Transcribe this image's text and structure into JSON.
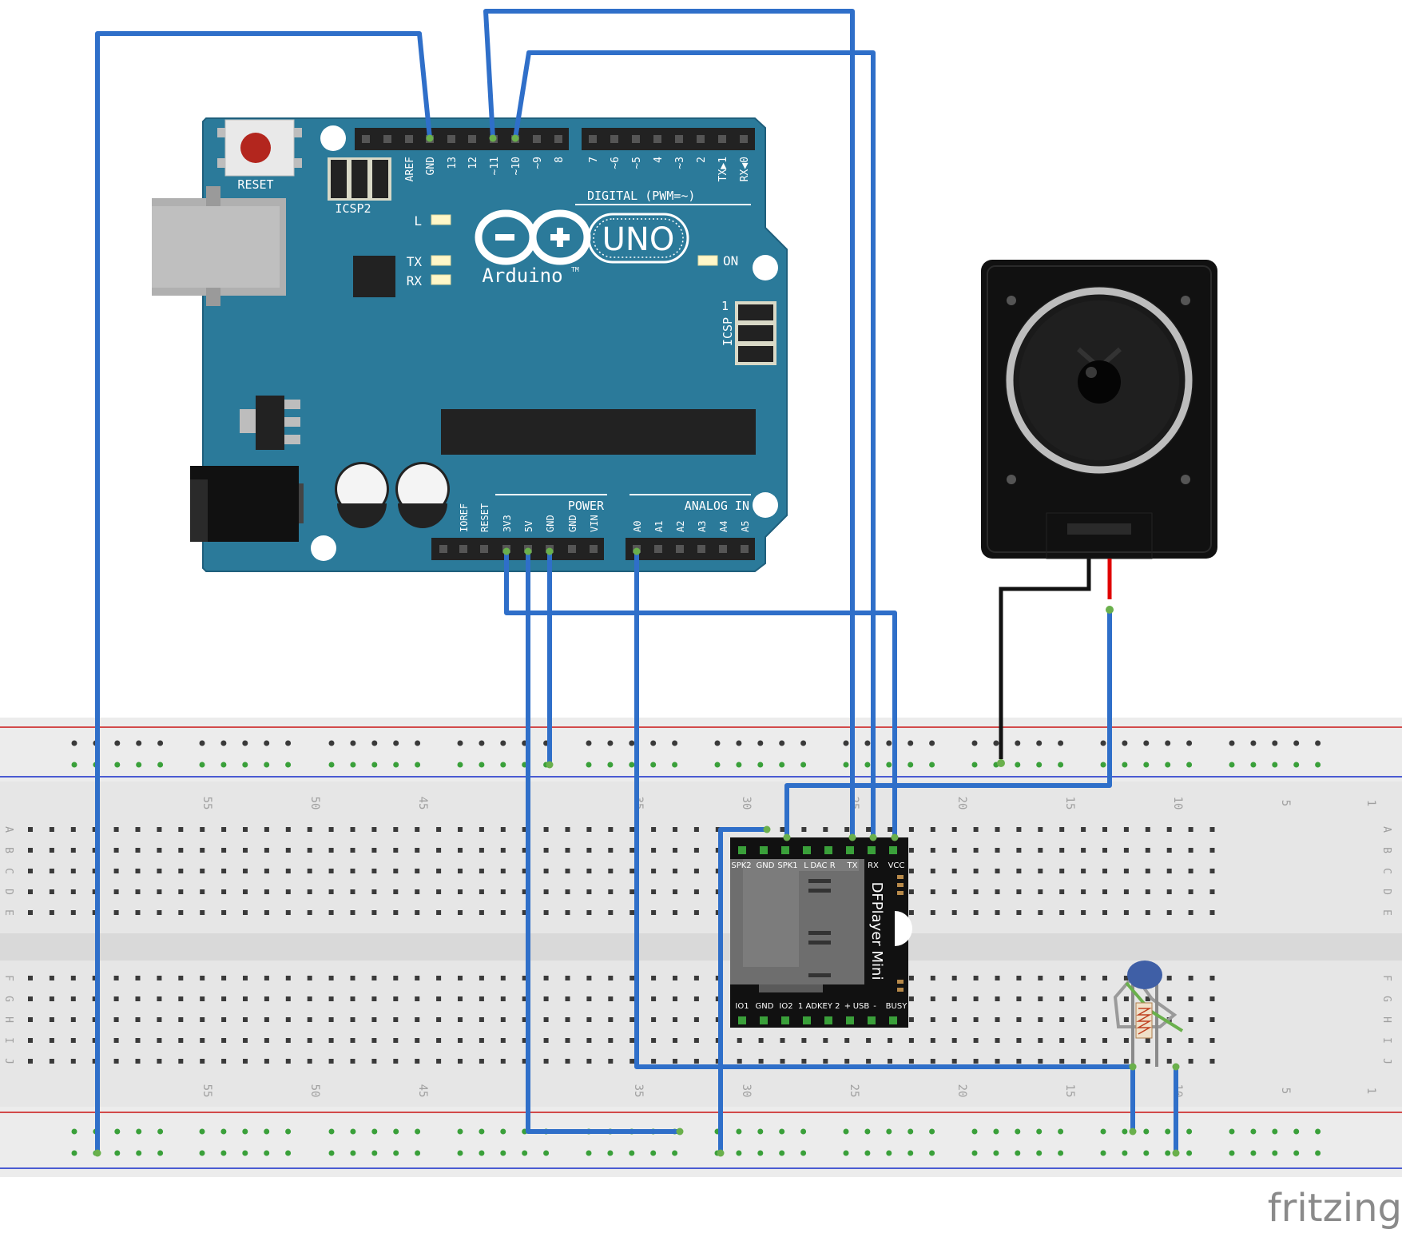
{
  "colors": {
    "wire_blue": "#2f6fc9",
    "board_teal": "#2b7a9a",
    "board_outline": "#1f5f7c",
    "speaker_black": "#111111",
    "wire_red": "#e00000",
    "breadboard_bg": "#e8e8e8",
    "rail_red": "#d24a4a",
    "rail_blue": "#4a5bd2"
  },
  "arduino": {
    "reset_label": "RESET",
    "icsp2_label": "ICSP2",
    "icsp_label": "ICSP",
    "icsp_pin1": "1",
    "led_l": "L",
    "led_tx": "TX",
    "led_rx": "RX",
    "led_on": "ON",
    "logo_uno": "UNO",
    "logo_arduino": "Arduino",
    "logo_tm": "TM",
    "digital_label": "DIGITAL (PWM=~)",
    "power_label": "POWER",
    "analog_label": "ANALOG IN",
    "digital_pins": [
      "AREF",
      "GND",
      "13",
      "12",
      "~11",
      "~10",
      "~9",
      "8",
      "7",
      "~6",
      "~5",
      "4",
      "~3",
      "2",
      "TX▶1",
      "RX◀0"
    ],
    "power_pins": [
      "IOREF",
      "RESET",
      "3V3",
      "5V",
      "GND",
      "GND",
      "VIN"
    ],
    "analog_pins": [
      "A0",
      "A1",
      "A2",
      "A3",
      "A4",
      "A5"
    ]
  },
  "dfplayer": {
    "title": "DFPlayer Mini",
    "top_pins": [
      "SPK2",
      "GND",
      "SPK1",
      "L",
      "DAC R",
      "TX",
      "RX",
      "VCC"
    ],
    "bottom_pins": [
      "IO1",
      "GND",
      "IO2",
      "1",
      "ADKEY 2",
      "+",
      "USB",
      "-",
      "BUSY"
    ]
  },
  "breadboard": {
    "row_letters_top": [
      "A",
      "B",
      "C",
      "D",
      "E"
    ],
    "row_letters_bottom": [
      "F",
      "G",
      "H",
      "I",
      "J"
    ],
    "column_numbers": [
      "55",
      "50",
      "45",
      "35",
      "30",
      "25",
      "20",
      "15",
      "10",
      "5",
      "1"
    ]
  },
  "watermark": "fritzing"
}
